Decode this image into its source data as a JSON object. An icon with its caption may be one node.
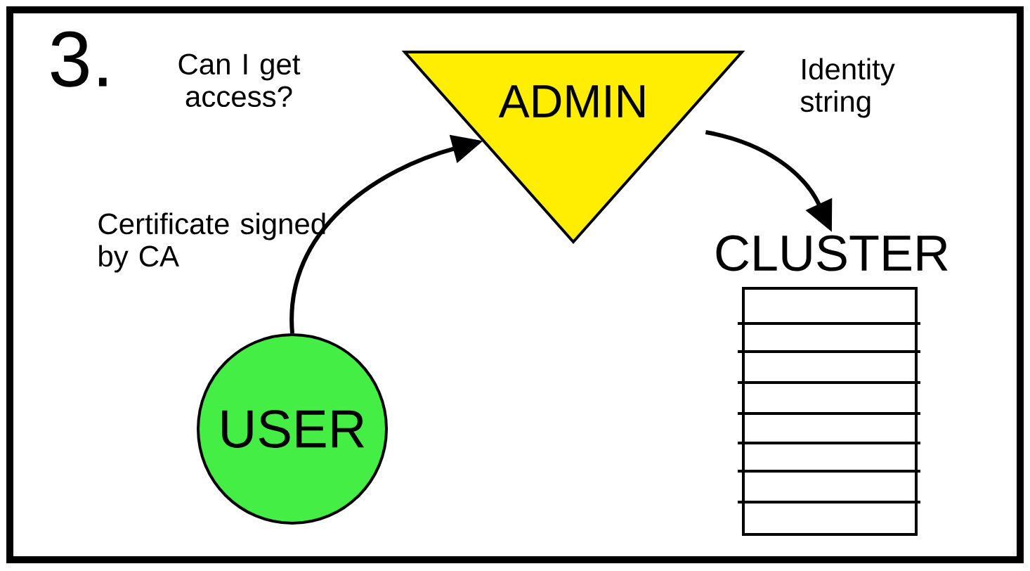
{
  "diagram": {
    "nodes": [
      {
        "text": [
          "USER"
        ]
      },
      {
        "text": [
          "ADMIN"
        ]
      },
      {
        "text": [
          "CLUSTER"
        ]
      }
    ],
    "edges": [
      {
        "from": 0,
        "to": 1,
        "arrow": "to",
        "label": "Certificate signed by CA"
      },
      {
        "from": 1,
        "to": 2,
        "arrow": "to",
        "label": "Identity string"
      }
    ],
    "labels": [
      "3.",
      "Can I get access?"
    ]
  }
}
